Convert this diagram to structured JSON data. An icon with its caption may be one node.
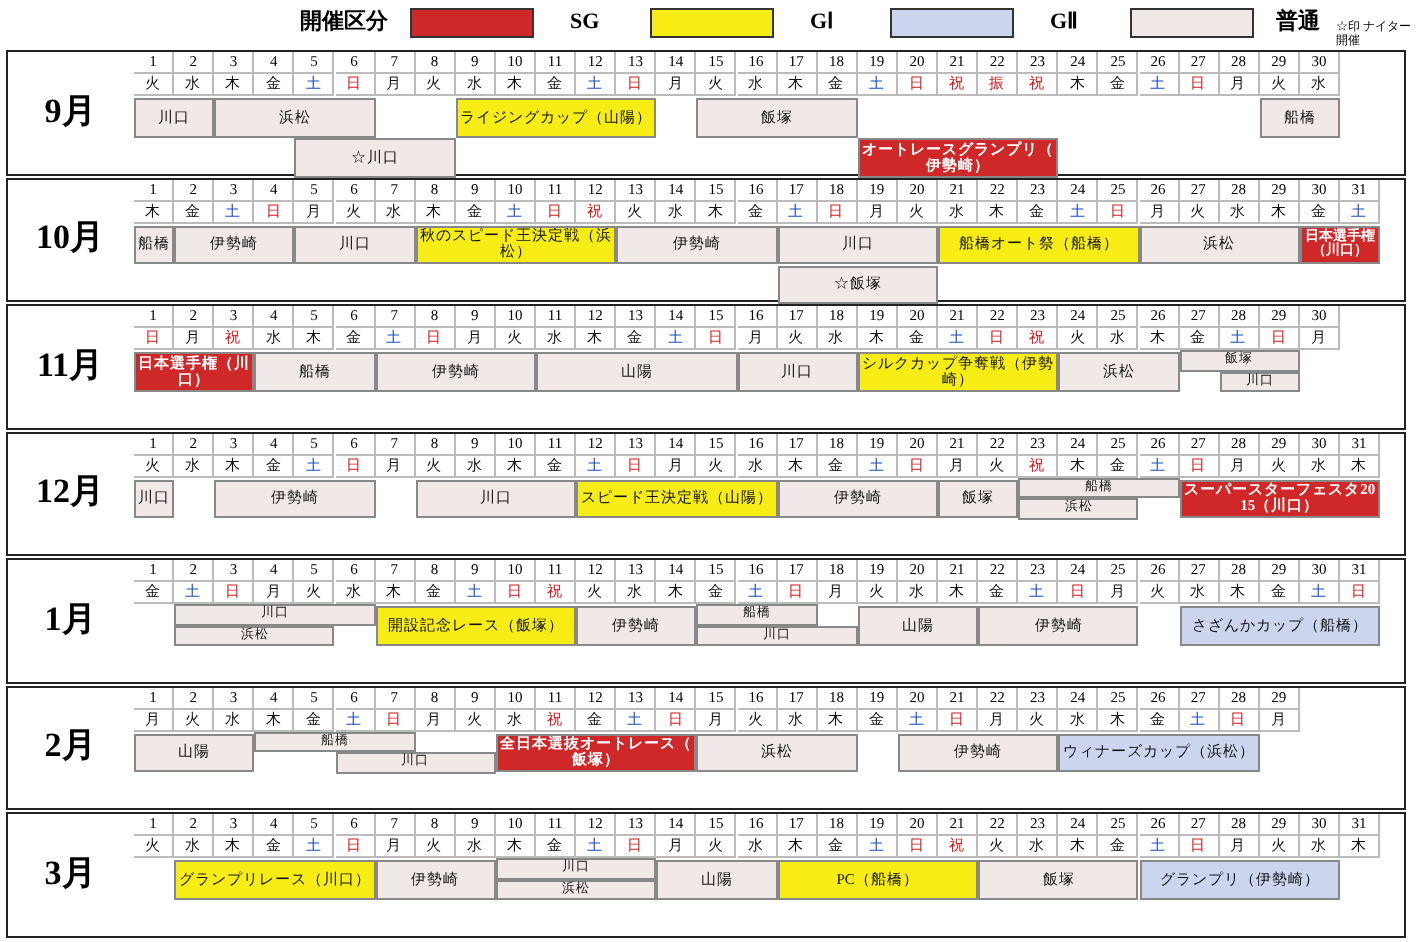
{
  "diagram": {
    "nodes": [
      {
        "text": [
          "川口"
        ]
      },
      {
        "text": [
          "浜松"
        ]
      },
      {
        "text": [
          "ライジングカップ（山陽）"
        ]
      },
      {
        "text": [
          "飯塚"
        ]
      },
      {
        "text": [
          "船橋"
        ]
      },
      {
        "text": [
          "☆川口"
        ]
      },
      {
        "text": [
          "オートレースグランプリ（伊勢崎）"
        ]
      },
      {
        "text": [
          "船橋"
        ]
      },
      {
        "text": [
          "伊勢崎"
        ]
      },
      {
        "text": [
          "川口"
        ]
      },
      {
        "text": [
          "秋のスピード王決定戦（浜松）"
        ]
      },
      {
        "text": [
          "伊勢崎"
        ]
      },
      {
        "text": [
          "川口"
        ]
      },
      {
        "text": [
          "船橋オート祭（船橋）"
        ]
      },
      {
        "text": [
          "浜松"
        ]
      },
      {
        "text": [
          "日本選手権（川口）"
        ]
      },
      {
        "text": [
          "☆飯塚"
        ]
      },
      {
        "text": [
          "日本選手権（川口）"
        ]
      },
      {
        "text": [
          "船橋"
        ]
      },
      {
        "text": [
          "伊勢崎"
        ]
      },
      {
        "text": [
          "山陽"
        ]
      },
      {
        "text": [
          "川口"
        ]
      },
      {
        "text": [
          "シルクカップ争奪戦（伊勢崎）"
        ]
      },
      {
        "text": [
          "浜松"
        ]
      },
      {
        "text": [
          "飯塚"
        ]
      },
      {
        "text": [
          "川口"
        ]
      },
      {
        "text": [
          "川口"
        ]
      },
      {
        "text": [
          "伊勢崎"
        ]
      },
      {
        "text": [
          "川口"
        ]
      },
      {
        "text": [
          "スピード王決定戦（山陽）"
        ]
      },
      {
        "text": [
          "伊勢崎"
        ]
      },
      {
        "text": [
          "飯塚"
        ]
      },
      {
        "text": [
          "船橋"
        ]
      },
      {
        "text": [
          "浜松"
        ]
      },
      {
        "text": [
          "スーパースターフェスタ2015（川口）"
        ]
      },
      {
        "text": [
          "川口"
        ]
      },
      {
        "text": [
          "浜松"
        ]
      },
      {
        "text": [
          "開設記念レース（飯塚）"
        ]
      },
      {
        "text": [
          "伊勢崎"
        ]
      },
      {
        "text": [
          "船橋"
        ]
      },
      {
        "text": [
          "川口"
        ]
      },
      {
        "text": [
          "山陽"
        ]
      },
      {
        "text": [
          "伊勢崎"
        ]
      },
      {
        "text": [
          "さざんかカップ（船橋）"
        ]
      },
      {
        "text": [
          "山陽"
        ]
      },
      {
        "text": [
          "船橋"
        ]
      },
      {
        "text": [
          "川口"
        ]
      },
      {
        "text": [
          "全日本選抜オートレース（飯塚）"
        ]
      },
      {
        "text": [
          "浜松"
        ]
      },
      {
        "text": [
          "伊勢崎"
        ]
      },
      {
        "text": [
          "ウィナーズカップ（浜松）"
        ]
      },
      {
        "text": [
          "グランプリレース（川口）"
        ]
      },
      {
        "text": [
          "伊勢崎"
        ]
      },
      {
        "text": [
          "川口"
        ]
      },
      {
        "text": [
          "浜松"
        ]
      },
      {
        "text": [
          "山陽"
        ]
      },
      {
        "text": [
          "PC（船橋）"
        ]
      },
      {
        "text": [
          "飯塚"
        ]
      },
      {
        "text": [
          "グランプリ（伊勢崎）"
        ]
      }
    ],
    "labels": [
      "開催区分",
      "☆印 ナイター開催",
      "9月",
      "1",
      "2",
      "3",
      "4",
      "5",
      "6",
      "7",
      "8",
      "9",
      "10",
      "11",
      "12",
      "13",
      "14",
      "15",
      "16",
      "17",
      "18",
      "19",
      "20",
      "21",
      "22",
      "23",
      "24",
      "25",
      "26",
      "27",
      "28",
      "29",
      "30",
      "火",
      "水",
      "木",
      "金",
      "土",
      "日",
      "月",
      "火",
      "水",
      "木",
      "金",
      "土",
      "日",
      "月",
      "火",
      "水",
      "木",
      "金",
      "土",
      "日",
      "祝",
      "振",
      "祝",
      "木",
      "金",
      "土",
      "日",
      "月",
      "火",
      "水",
      "10月",
      "1",
      "2",
      "3",
      "4",
      "5",
      "6",
      "7",
      "8",
      "9",
      "10",
      "11",
      "12",
      "13",
      "14",
      "15",
      "16",
      "17",
      "18",
      "19",
      "20",
      "21",
      "22",
      "23",
      "24",
      "25",
      "26",
      "27",
      "28",
      "29",
      "30",
      "31",
      "木",
      "金",
      "土",
      "日",
      "月",
      "火",
      "水",
      "木",
      "金",
      "土",
      "日",
      "祝",
      "火",
      "水",
      "木",
      "金",
      "土",
      "日",
      "月",
      "火",
      "水",
      "木",
      "金",
      "土",
      "日",
      "月",
      "火",
      "水",
      "木",
      "金",
      "土",
      "11月",
      "1",
      "2",
      "3",
      "4",
      "5",
      "6",
      "7",
      "8",
      "9",
      "10",
      "11",
      "12",
      "13",
      "14",
      "15",
      "16",
      "17",
      "18",
      "19",
      "20",
      "21",
      "22",
      "23",
      "24",
      "25",
      "26",
      "27",
      "28",
      "29",
      "30",
      "日",
      "月",
      "祝",
      "水",
      "木",
      "金",
      "土",
      "日",
      "月",
      "火",
      "水",
      "木",
      "金",
      "土",
      "日",
      "月",
      "火",
      "水",
      "木",
      "金",
      "土",
      "日",
      "祝",
      "火",
      "水",
      "木",
      "金",
      "土",
      "日",
      "月",
      "12月",
      "1",
      "2",
      "3",
      "4",
      "5",
      "6",
      "7",
      "8",
      "9",
      "10",
      "11",
      "12",
      "13",
      "14",
      "15",
      "16",
      "17",
      "18",
      "19",
      "20",
      "21",
      "22",
      "23",
      "24",
      "25",
      "26",
      "27",
      "28",
      "29",
      "30",
      "31",
      "火",
      "水",
      "木",
      "金",
      "土",
      "日",
      "月",
      "火",
      "水",
      "木",
      "金",
      "土",
      "日",
      "月",
      "火",
      "水",
      "木",
      "金",
      "土",
      "日",
      "月",
      "火",
      "祝",
      "木",
      "金",
      "土",
      "日",
      "月",
      "火",
      "水",
      "木",
      "1月",
      "1",
      "2",
      "3",
      "4",
      "5",
      "6",
      "7",
      "8",
      "9",
      "10",
      "11",
      "12",
      "13",
      "14",
      "15",
      "16",
      "17",
      "18",
      "19",
      "20",
      "21",
      "22",
      "23",
      "24",
      "25",
      "26",
      "27",
      "28",
      "29",
      "30",
      "31",
      "金",
      "土",
      "日",
      "月",
      "火",
      "水",
      "木",
      "金",
      "土",
      "日",
      "祝",
      "火",
      "水",
      "木",
      "金",
      "土",
      "日",
      "月",
      "火",
      "水",
      "木",
      "金",
      "土",
      "日",
      "月",
      "火",
      "水",
      "木",
      "金",
      "土",
      "日",
      "2月",
      "1",
      "2",
      "3",
      "4",
      "5",
      "6",
      "7",
      "8",
      "9",
      "10",
      "11",
      "12",
      "13",
      "14",
      "15",
      "16",
      "17",
      "18",
      "19",
      "20",
      "21",
      "22",
      "23",
      "24",
      "25",
      "26",
      "27",
      "28",
      "29",
      "月",
      "火",
      "水",
      "木",
      "金",
      "土",
      "日",
      "月",
      "火",
      "水",
      "祝",
      "金",
      "土",
      "日",
      "月",
      "火",
      "水",
      "木",
      "金",
      "土",
      "日",
      "月",
      "火",
      "水",
      "木",
      "金",
      "土",
      "日",
      "月",
      "3月",
      "1",
      "2",
      "3",
      "4",
      "5",
      "6",
      "7",
      "8",
      "9",
      "10",
      "11",
      "12",
      "13",
      "14",
      "15",
      "16",
      "17",
      "18",
      "19",
      "20",
      "21",
      "22",
      "23",
      "24",
      "25",
      "26",
      "27",
      "28",
      "29",
      "30",
      "31",
      "火",
      "水",
      "木",
      "金",
      "土",
      "日",
      "月",
      "火",
      "水",
      "木",
      "金",
      "土",
      "日",
      "月",
      "火",
      "水",
      "木",
      "金",
      "土",
      "日",
      "祝",
      "火",
      "水",
      "木",
      "金",
      "土",
      "日",
      "月",
      "火",
      "水",
      "木"
    ],
    "legend": [
      {
        "text": "SG",
        "color": "#d02828"
      },
      {
        "text": "GⅠ",
        "color": "#f7ec14"
      },
      {
        "text": "GⅡ",
        "color": "#cbd6ee"
      },
      {
        "text": "普通",
        "color": "#f0e9e7"
      }
    ]
  }
}
